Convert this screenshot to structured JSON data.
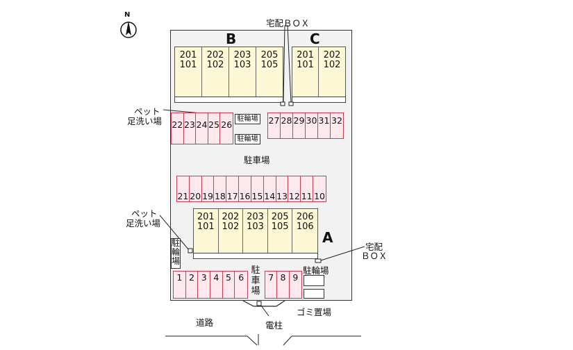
{
  "compass": {
    "label": "N"
  },
  "buildings": {
    "B": {
      "label": "B",
      "units": [
        [
          "201",
          "101"
        ],
        [
          "202",
          "102"
        ],
        [
          "203",
          "103"
        ],
        [
          "205",
          "105"
        ]
      ]
    },
    "C": {
      "label": "C",
      "units": [
        [
          "201",
          "101"
        ],
        [
          "202",
          "102"
        ]
      ]
    },
    "A": {
      "label": "A",
      "units": [
        [
          "201",
          "101"
        ],
        [
          "202",
          "102"
        ],
        [
          "203",
          "103"
        ],
        [
          "205",
          "105"
        ],
        [
          "206",
          "106"
        ]
      ]
    }
  },
  "parking": {
    "row_22_26": [
      "22",
      "23",
      "24",
      "25",
      "26"
    ],
    "row_27_32": [
      "27",
      "28",
      "29",
      "30",
      "31",
      "32"
    ],
    "row_21_10": [
      "21",
      "20",
      "19",
      "18",
      "17",
      "16",
      "15",
      "14",
      "13",
      "12",
      "11",
      "10"
    ],
    "row_1_6": [
      "1",
      "2",
      "3",
      "4",
      "5",
      "6"
    ],
    "row_7_9": [
      "7",
      "8",
      "9"
    ]
  },
  "labels": {
    "delivery_box_top": "宅配ＢＯＸ",
    "delivery_box_right_1": "宅配",
    "delivery_box_right_2": "ＢＯＸ",
    "pet_top_1": "ペット",
    "pet_top_2": "足洗い場",
    "pet_mid_1": "ペット",
    "pet_mid_2": "足洗い場",
    "bike_tag_1": "駐輪場",
    "bike_tag_2": "駐輪場",
    "parking_center": "駐車場",
    "bike_vertical_1": "駐",
    "bike_vertical_2": "輪",
    "bike_vertical_3": "場",
    "parking_vertical_1": "駐",
    "parking_vertical_2": "車",
    "parking_vertical_3": "場",
    "bike_right": "駐輪場",
    "garbage": "ゴミ置場",
    "road": "道路",
    "pole": "電柱"
  }
}
